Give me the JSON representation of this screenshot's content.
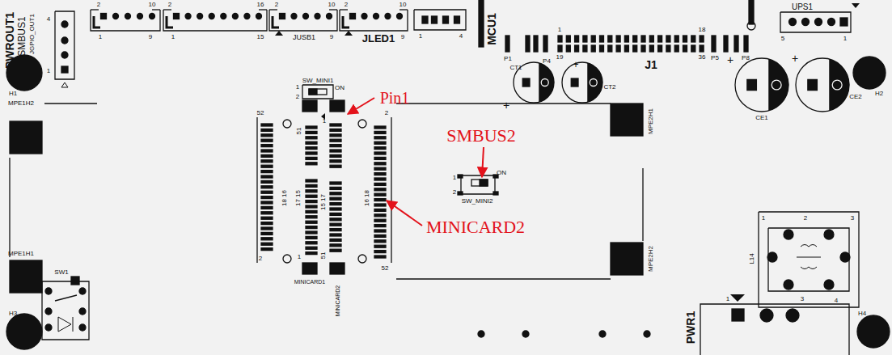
{
  "diagram": {
    "labels": [
      "PWROUT1",
      "SMBUS1",
      "JGPIO_OUT1",
      "4",
      "1",
      "H1",
      "2",
      "10",
      "9",
      "1",
      "2",
      "16",
      "15",
      "1",
      "2",
      "10",
      "9",
      "JUSB1",
      "2",
      "10",
      "9",
      "JLED1",
      "1",
      "4",
      "MCU1",
      "1",
      "18",
      "19",
      "36",
      "P1",
      "P4",
      "P5",
      "P8",
      "J1",
      "CT1",
      "+",
      "CT2",
      "+",
      "UPS1",
      "5",
      "1",
      "+",
      "CE1",
      "+",
      "CE2",
      "H2",
      "MPE1H2",
      "MPE1H1",
      "SW1",
      "H3",
      "SW_MINI1",
      "1",
      "2",
      "ON",
      "Pin1",
      "52",
      "2",
      "51",
      "1",
      "18 16",
      "17 15",
      "15 17",
      "16 18",
      "1",
      "51",
      "2",
      "52",
      "MINICARD1",
      "MINICARD2",
      "SMBUS2",
      "1",
      "2",
      "ON",
      "SW_MINI2",
      "MINICARD2",
      "MPE2H1",
      "MPE2H2",
      "L14",
      "1",
      "2",
      "3",
      "4",
      "PWR1",
      "1",
      "3",
      "H4"
    ]
  }
}
